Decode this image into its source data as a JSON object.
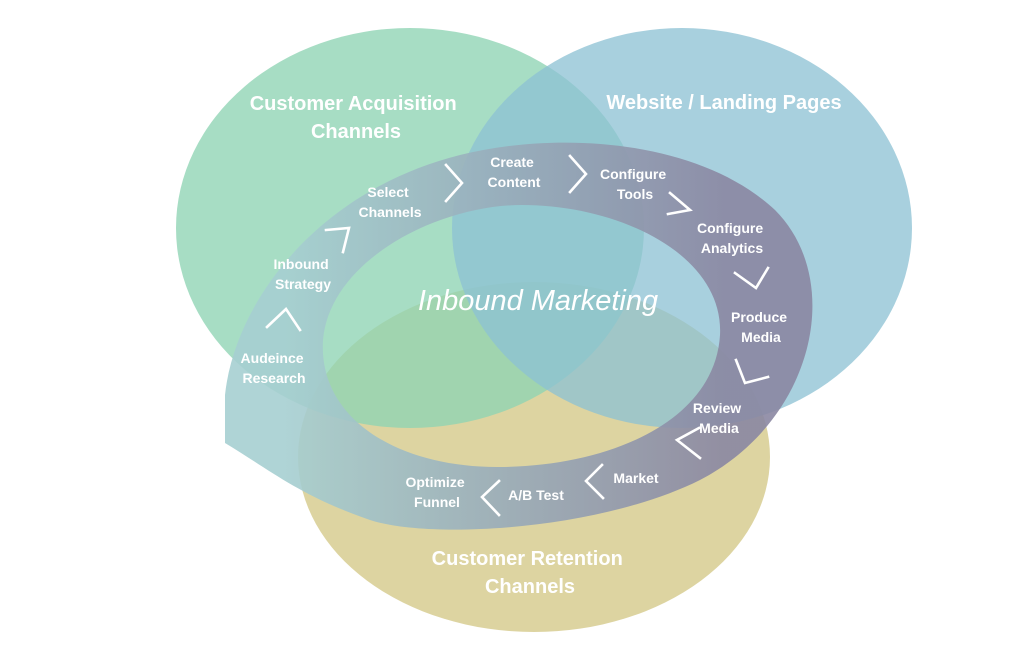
{
  "diagram": {
    "center_label": "Inbound Marketing",
    "circles": [
      {
        "id": "acquisition",
        "lines": [
          "Customer Acquisition",
          "Channels"
        ],
        "color": "#8ed3b4"
      },
      {
        "id": "website",
        "lines": [
          "Website / Landing Pages"
        ],
        "color": "#8cc1d4"
      },
      {
        "id": "retention",
        "lines": [
          "Customer Retention",
          "Channels"
        ],
        "color": "#d7cd92"
      }
    ],
    "ring_colors": {
      "start": "#a6cfd1",
      "end": "#8a87a2"
    },
    "steps": [
      {
        "id": "audience-research",
        "lines": [
          "Audeince",
          "Research"
        ]
      },
      {
        "id": "inbound-strategy",
        "lines": [
          "Inbound",
          "Strategy"
        ]
      },
      {
        "id": "select-channels",
        "lines": [
          "Select",
          "Channels"
        ]
      },
      {
        "id": "create-content",
        "lines": [
          "Create",
          "Content"
        ]
      },
      {
        "id": "configure-tools",
        "lines": [
          "Configure",
          "Tools"
        ]
      },
      {
        "id": "configure-analytics",
        "lines": [
          "Configure",
          "Analytics"
        ]
      },
      {
        "id": "produce-media",
        "lines": [
          "Produce",
          "Media"
        ]
      },
      {
        "id": "review-media",
        "lines": [
          "Review",
          "Media"
        ]
      },
      {
        "id": "market",
        "lines": [
          "Market"
        ]
      },
      {
        "id": "ab-test",
        "lines": [
          "A/B Test"
        ]
      },
      {
        "id": "optimize-funnel",
        "lines": [
          "Optimize",
          "Funnel"
        ]
      }
    ]
  }
}
